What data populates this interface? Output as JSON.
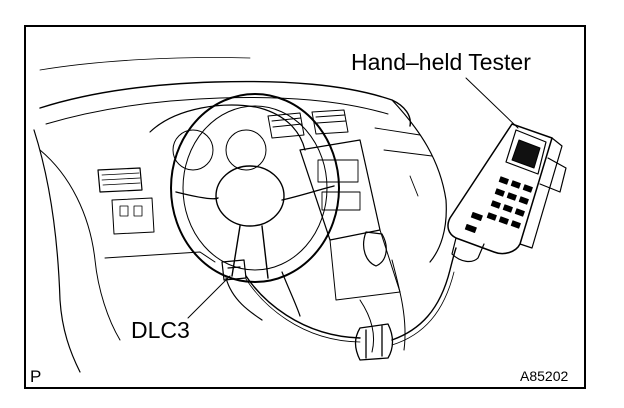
{
  "labels": {
    "tester": "Hand–held Tester",
    "connector": "DLC3",
    "corner_left": "P",
    "figure_code": "A85202"
  },
  "colors": {
    "line": "#000000",
    "background": "#ffffff"
  }
}
